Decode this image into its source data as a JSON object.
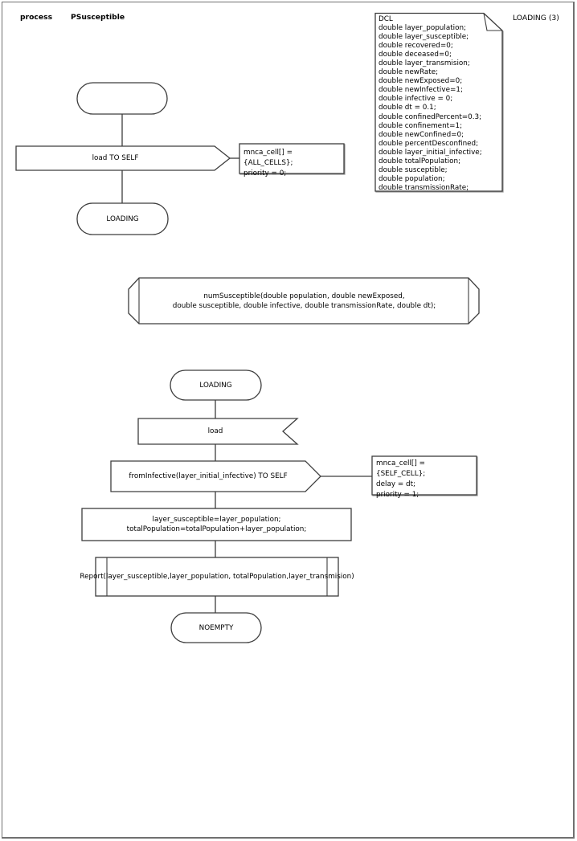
{
  "header": {
    "kind_label": "process",
    "process_name": "PSusceptible",
    "page_state_label": "LOADING (3)"
  },
  "dcl_note": {
    "text": "DCL\ndouble layer_population;\ndouble layer_susceptible;\ndouble recovered=0;\ndouble deceased=0;\ndouble layer_transmision;\ndouble newRate;\ndouble newExposed=0;\ndouble newInfective=1;\ndouble infective = 0;\ndouble dt = 0.1;\ndouble confinedPercent=0.3;\ndouble confinement=1;\ndouble newConfined=0;\ndouble percentDesconfined;\ndouble layer_initial_infective;\ndouble totalPopulation;\ndouble susceptible;\ndouble population;\ndouble transmissionRate;"
  },
  "flow_top": {
    "start_label": "",
    "send_load_label": "load TO SELF",
    "note_all_cells": "mnca_cell[] = {ALL_CELLS};\npriority = 0;",
    "state_loading_label": "LOADING"
  },
  "function_block": {
    "text": "numSusceptible(double population, double newExposed,\ndouble susceptible, double infective, double transmissionRate, double dt);"
  },
  "flow_main": {
    "state_loading_label": "LOADING",
    "receive_load_label": "load",
    "send_frominfective_label": "fromInfective(layer_initial_infective) TO SELF",
    "note_self_cell": "mnca_cell[] = {SELF_CELL};\ndelay = dt;\npriority = 1;",
    "assign_text": "layer_susceptible=layer_population;\ntotalPopulation=totalPopulation+layer_population;",
    "report_label": "Report(layer_susceptible,layer_population, totalPopulation,layer_transmision)",
    "state_noempty_label": "NOEMPTY"
  },
  "colors": {
    "stroke": "#3d3d3d",
    "page_border": "#707070",
    "shadow": "#9a9a9a",
    "background": "#ffffff",
    "text": "#000000"
  }
}
